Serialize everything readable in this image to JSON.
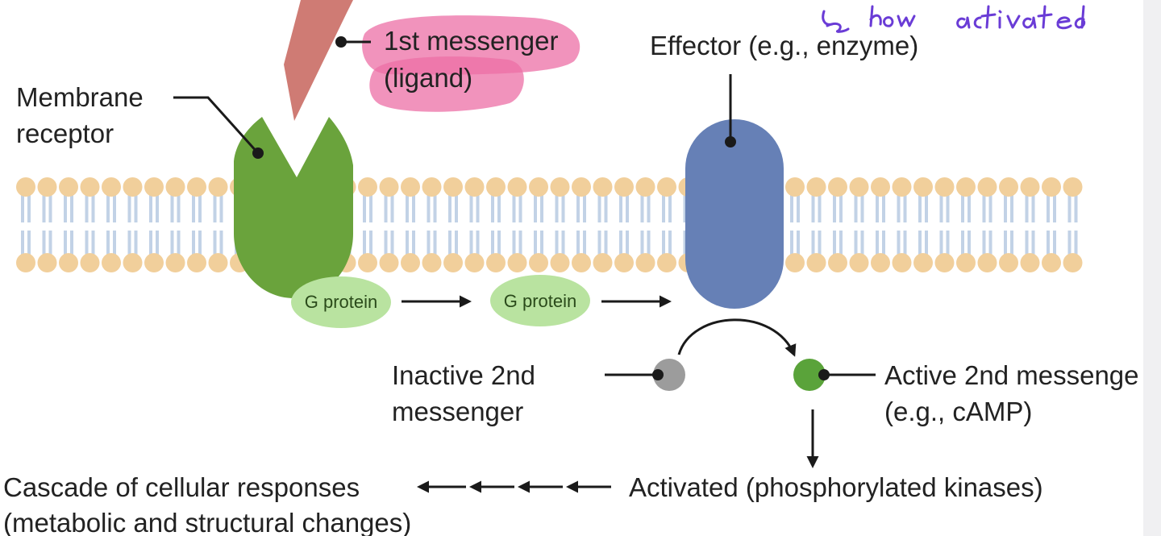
{
  "labels": {
    "first_messenger_line1": "1st messenger",
    "first_messenger_line2": "(ligand)",
    "effector": "Effector (e.g., enzyme)",
    "membrane_receptor_line1": "Membrane",
    "membrane_receptor_line2": "receptor",
    "g_protein_inactive": "G protein",
    "g_protein_active": "G protein",
    "inactive_second_line1": "Inactive 2nd",
    "inactive_second_line2": "messenger",
    "active_second_line1": "Active 2nd messenge",
    "active_second_line2": "(e.g., cAMP)",
    "kinases": "Activated (phosphorylated kinases)",
    "cascade_line1": "Cascade of cellular responses",
    "cascade_line2": "(metabolic and structural changes)"
  },
  "colors": {
    "receptor": "#6aa33c",
    "ligand": "#cf7b74",
    "effector": "#6680b6",
    "g_protein": "#b9e3a0",
    "lipid_head": "#f1cf9b",
    "lipid_tail": "#c2d2e6",
    "highlight": "#ec6fa6",
    "inactive_messenger": "#9c9c9c",
    "active_messenger": "#5aa33a",
    "handwriting": "#6a3cd6"
  },
  "icons": {
    "membrane": "lipid-bilayer",
    "receptor": "receptor-protein",
    "ligand": "ligand-shape",
    "effector": "effector-enzyme",
    "conversion": "curved-arrow"
  }
}
